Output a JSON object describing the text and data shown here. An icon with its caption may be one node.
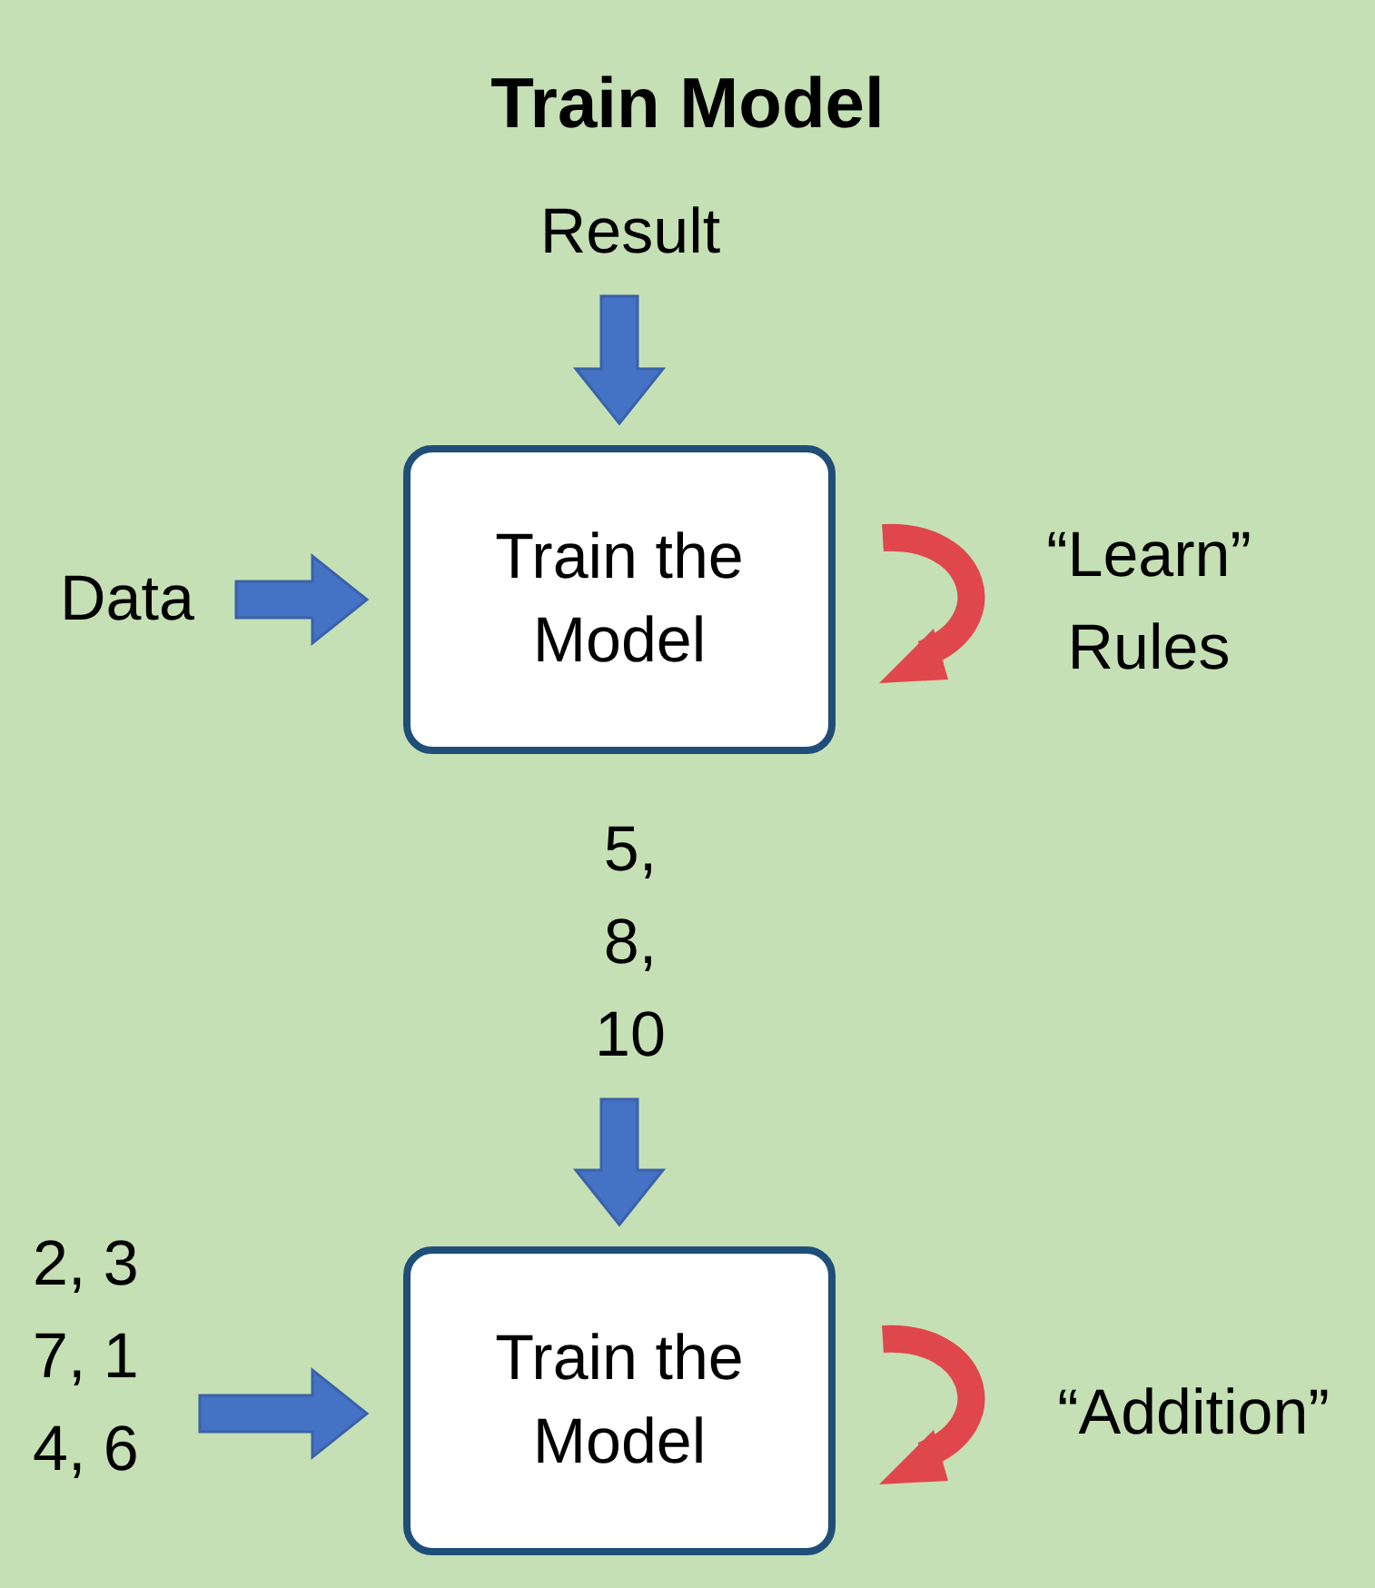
{
  "diagram": {
    "title": "Train Model",
    "nodes": [
      {
        "text": [
          "Result"
        ]
      },
      {
        "text": [
          "Data"
        ]
      },
      {
        "text": [
          "Train the Model"
        ]
      },
      {
        "text": [
          "5, 8, 10"
        ]
      },
      {
        "text": [
          "2, 3 7, 1 4, 6"
        ]
      },
      {
        "text": [
          "Train the Model"
        ]
      }
    ],
    "edges": [
      {
        "from": 0,
        "to": 2,
        "arrow": "to"
      },
      {
        "from": 1,
        "to": 2,
        "arrow": "to"
      },
      {
        "from": 3,
        "to": 5,
        "arrow": "to"
      },
      {
        "from": 4,
        "to": 5,
        "arrow": "to"
      }
    ],
    "labels": [
      "“Learn” Rules",
      "“Addition”"
    ]
  }
}
